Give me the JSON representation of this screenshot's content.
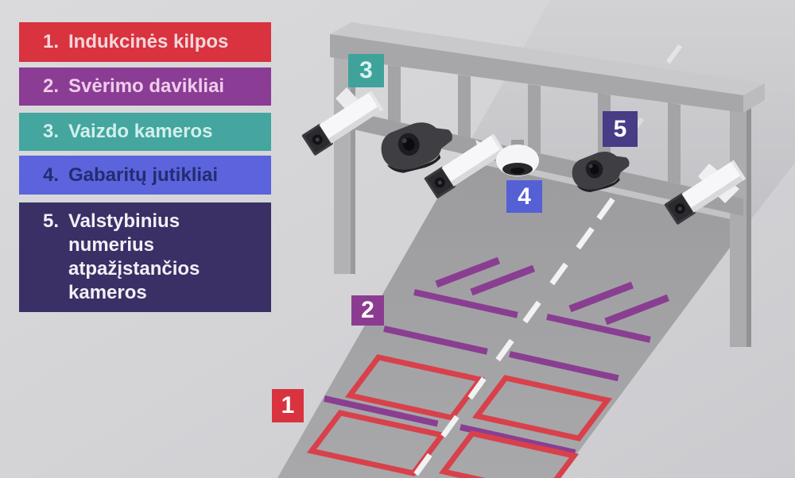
{
  "legend": {
    "items": [
      {
        "num": "1.",
        "label": "Indukcinės kilpos",
        "color": "#d8333f",
        "text_color": "#f5d7db"
      },
      {
        "num": "2.",
        "label": "Svėrimo davikliai",
        "color": "#8b3c94",
        "text_color": "#efcdeb"
      },
      {
        "num": "3.",
        "label": "Vaizdo kameros",
        "color": "#44a69e",
        "text_color": "#d2efed"
      },
      {
        "num": "4.",
        "label": "Gabaritų jutikliai",
        "color": "#5b64dd",
        "text_color": "#232d70"
      },
      {
        "num": "5.",
        "label": "Valstybinius\nnumerius\natpažįstančios\nkameros",
        "color": "#3a3066",
        "text_color": "#f2f0f6"
      }
    ]
  },
  "badges": [
    {
      "number": "1",
      "color": "#d8333f"
    },
    {
      "number": "2",
      "color": "#8b3c90"
    },
    {
      "number": "3",
      "color": "#3fa39b"
    },
    {
      "number": "4",
      "color": "#5560d4"
    },
    {
      "number": "5",
      "color": "#473c85"
    }
  ],
  "scene": {
    "background_color": "#d4d4d7",
    "road_color": "#a2a2a5",
    "far_road_color": "#c7c7ca",
    "lane_marking_color": "#f2f2f4",
    "sensor_strip_color": "#8a3e91",
    "induction_loop_color": "#d8414b",
    "gantry_color": "#a6a6a8",
    "icons": [
      "cctv-camera-icon",
      "speed-camera-icon",
      "dome-camera-icon"
    ]
  }
}
